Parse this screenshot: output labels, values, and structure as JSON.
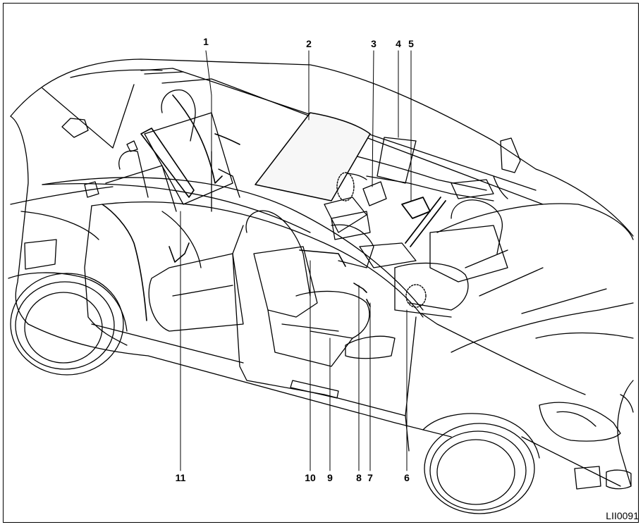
{
  "figure": {
    "code": "LII0091",
    "callouts": [
      "1",
      "2",
      "3",
      "4",
      "5",
      "6",
      "7",
      "8",
      "9",
      "10",
      "11"
    ]
  },
  "colors": {
    "line": "#000000",
    "background": "#ffffff",
    "panel": "#f7f7f7"
  }
}
